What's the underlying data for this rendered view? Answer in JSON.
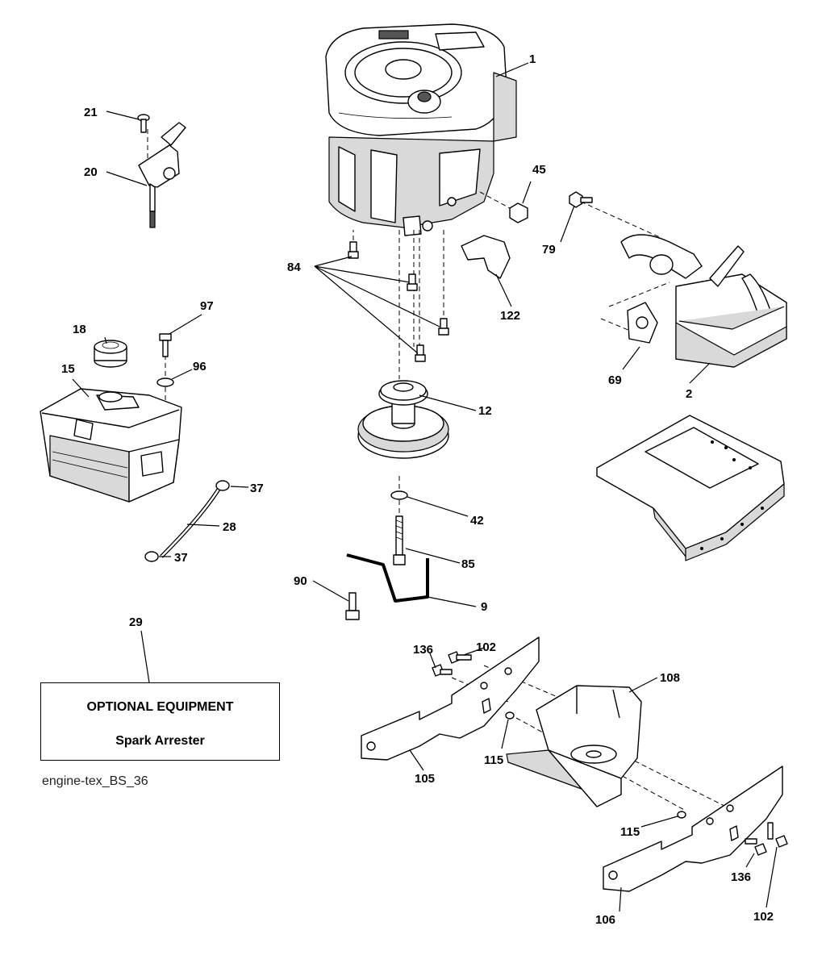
{
  "callouts": {
    "c1": "1",
    "c2": "2",
    "c9": "9",
    "c12": "12",
    "c15": "15",
    "c18": "18",
    "c20": "20",
    "c21": "21",
    "c28": "28",
    "c29": "29",
    "c37a": "37",
    "c37b": "37",
    "c42": "42",
    "c45": "45",
    "c69": "69",
    "c79": "79",
    "c84": "84",
    "c85": "85",
    "c90": "90",
    "c96": "96",
    "c97": "97",
    "c102a": "102",
    "c102b": "102",
    "c105": "105",
    "c106": "106",
    "c108": "108",
    "c115a": "115",
    "c115b": "115",
    "c122": "122",
    "c136a": "136",
    "c136b": "136"
  },
  "optional_box": {
    "title": "OPTIONAL EQUIPMENT",
    "item": "Spark Arrester"
  },
  "caption": "engine-tex_BS_36"
}
